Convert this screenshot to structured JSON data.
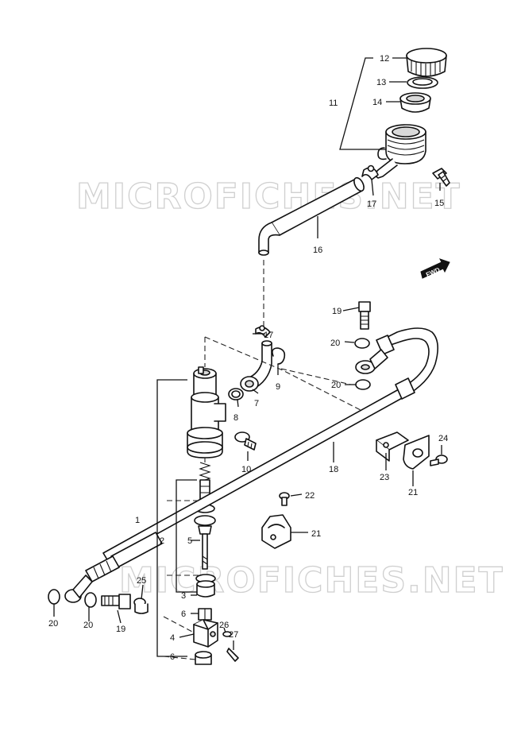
{
  "watermarks": [
    "MICROFICHES.NET",
    "MICROFICHES.NET"
  ],
  "direction_badge": "FWD",
  "callouts": {
    "c1": "1",
    "c2": "2",
    "c3": "3",
    "c4": "4",
    "c5": "5",
    "c6a": "6",
    "c6b": "6",
    "c7": "7",
    "c8": "8",
    "c9": "9",
    "c10": "10",
    "c11": "11",
    "c12": "12",
    "c13": "13",
    "c14": "14",
    "c15": "15",
    "c16": "16",
    "c17a": "17",
    "c17b": "17",
    "c18": "18",
    "c19a": "19",
    "c19b": "19",
    "c20a": "20",
    "c20b": "20",
    "c20c": "20",
    "c20d": "20",
    "c21a": "21",
    "c21b": "21",
    "c22": "22",
    "c23": "23",
    "c24": "24",
    "c25": "25",
    "c26": "26",
    "c27": "27"
  }
}
